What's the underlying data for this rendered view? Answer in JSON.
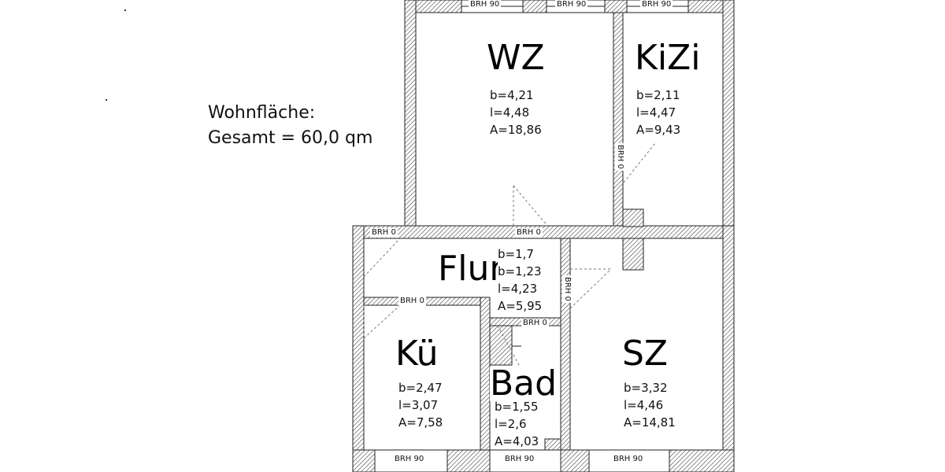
{
  "summary": {
    "line1": "Wohnfläche:",
    "line2": "Gesamt = 60,0 qm"
  },
  "rooms": {
    "wz": {
      "name": "WZ",
      "b": "b=4,21",
      "l": "l=4,48",
      "a": "A=18,86"
    },
    "kizi": {
      "name": "KiZi",
      "b": "b=2,11",
      "l": "l=4,47",
      "a": "A=9,43"
    },
    "flur": {
      "name": "Flur",
      "b1": "b=1,7",
      "b2": "b=1,23",
      "l": "l=4,23",
      "a": "A=5,95"
    },
    "kue": {
      "name": "Kü",
      "b": "b=2,47",
      "l": "l=3,07",
      "a": "A=7,58"
    },
    "bad": {
      "name": "Bad",
      "b": "b=1,55",
      "l": "l=2,6",
      "a": "A=4,03"
    },
    "sz": {
      "name": "SZ",
      "b": "b=3,32",
      "l": "l=4,46",
      "a": "A=14,81"
    }
  },
  "windows": {
    "top_1": "BRH 90",
    "top_2": "BRH 90",
    "top_3": "BRH 90",
    "bottom_1": "BRH 90",
    "bottom_2": "BRH 90",
    "bottom_3": "BRH 90"
  },
  "doors": {
    "flur_left": "BRH 0",
    "flur_wz": "BRH 0",
    "kizi": "BRH 0",
    "kueche": "BRH 0",
    "bad": "BRH 0",
    "sz": "BRH 0"
  }
}
